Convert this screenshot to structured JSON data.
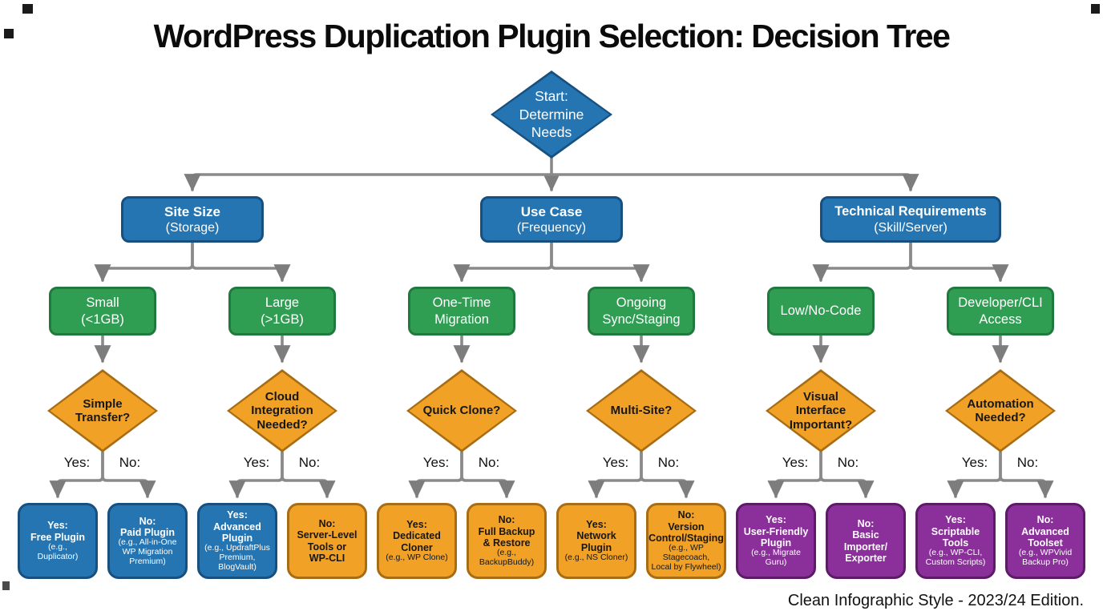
{
  "title": "WordPress Duplication Plugin Selection: Decision Tree",
  "footer": "Clean Infographic Style - 2023/24 Edition.",
  "labels": {
    "yes": "Yes:",
    "no": "No:"
  },
  "start": {
    "label": "Start:\nDetermine\nNeeds"
  },
  "branches": [
    {
      "title": "Site Size",
      "subtitle": "(Storage)"
    },
    {
      "title": "Use Case",
      "subtitle": "(Frequency)"
    },
    {
      "title": "Technical Requirements",
      "subtitle": "(Skill/Server)"
    }
  ],
  "options": [
    {
      "label": "Small\n(<1GB)"
    },
    {
      "label": "Large\n(>1GB)"
    },
    {
      "label": "One-Time\nMigration"
    },
    {
      "label": "Ongoing\nSync/Staging"
    },
    {
      "label": "Low/No-Code"
    },
    {
      "label": "Developer/CLI\nAccess"
    }
  ],
  "decisions": [
    {
      "label": "Simple\nTransfer?"
    },
    {
      "label": "Cloud\nIntegration\nNeeded?"
    },
    {
      "label": "Quick Clone?"
    },
    {
      "label": "Multi-Site?"
    },
    {
      "label": "Visual\nInterface\nImportant?"
    },
    {
      "label": "Automation\nNeeded?"
    }
  ],
  "leaves": [
    {
      "title": "Yes:\nFree Plugin",
      "subtitle": "(e.g.,\nDuplicator)",
      "color": "blue"
    },
    {
      "title": "No:\nPaid Plugin",
      "subtitle": "(e.g., All-in-One\nWP Migration\nPremium)",
      "color": "blue"
    },
    {
      "title": "Yes:\nAdvanced\nPlugin",
      "subtitle": "(e.g., UpdraftPlus\nPremium,\nBlogVault)",
      "color": "blue"
    },
    {
      "title": "No:\nServer-Level\nTools or\nWP-CLI",
      "subtitle": "",
      "color": "orange"
    },
    {
      "title": "Yes:\nDedicated\nCloner",
      "subtitle": "(e.g., WP Clone)",
      "color": "orange"
    },
    {
      "title": "No:\nFull Backup\n& Restore",
      "subtitle": "(e.g.,\nBackupBuddy)",
      "color": "orange"
    },
    {
      "title": "Yes:\nNetwork\nPlugin",
      "subtitle": "(e.g., NS Cloner)",
      "color": "orange"
    },
    {
      "title": "No:\nVersion\nControl/Staging",
      "subtitle": "(e.g., WP\nStagecoach,\nLocal by Flywheel)",
      "color": "orange"
    },
    {
      "title": "Yes:\nUser-Friendly\nPlugin",
      "subtitle": "(e.g., Migrate\nGuru)",
      "color": "purple"
    },
    {
      "title": "No:\nBasic\nImporter/\nExporter",
      "subtitle": "",
      "color": "purple"
    },
    {
      "title": "Yes:\nScriptable\nTools",
      "subtitle": "(e.g., WP-CLI,\nCustom Scripts)",
      "color": "purple"
    },
    {
      "title": "No:\nAdvanced\nToolset",
      "subtitle": "(e.g., WPVivid\nBackup Pro)",
      "color": "purple"
    }
  ],
  "colors": {
    "blue": "#2475b2",
    "blue_border": "#17507e",
    "green": "#2f9e53",
    "green_border": "#1f7a3e",
    "orange": "#f0a126",
    "orange_border": "#a86c12",
    "purple": "#8b2f9b",
    "purple_border": "#5d1b67",
    "connector": "#8a8a8a",
    "text_light": "#ffffff",
    "text_dark": "#171717"
  }
}
